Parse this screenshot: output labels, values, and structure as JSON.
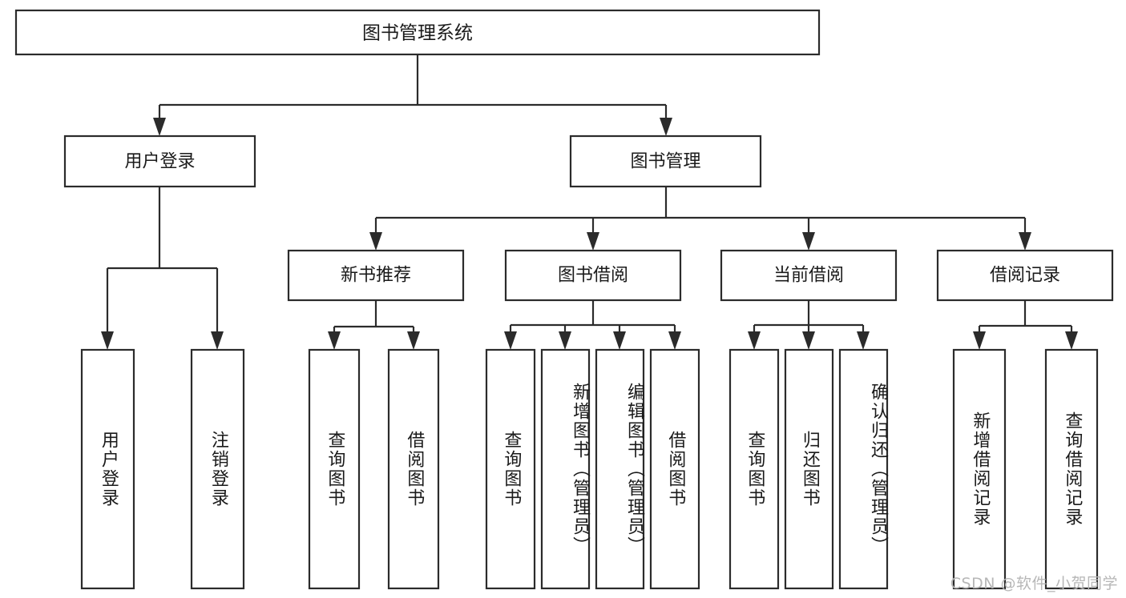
{
  "diagram": {
    "type": "hierarchy-tree",
    "title": "图书管理系统",
    "watermark": "CSDN @软件_小贺同学",
    "style": {
      "box_fill": "#ffffff",
      "box_stroke": "#2b2b2b",
      "text_color": "#1a1a1a",
      "watermark_color": "#b7b7b7",
      "background": "#ffffff"
    },
    "root": {
      "label": "图书管理系统",
      "level": 0
    },
    "level2": [
      {
        "label": "用户登录"
      },
      {
        "label": "图书管理"
      }
    ],
    "level3": [
      {
        "label": "新书推荐"
      },
      {
        "label": "图书借阅"
      },
      {
        "label": "当前借阅"
      },
      {
        "label": "借阅记录"
      }
    ],
    "leaves": {
      "user_login": [
        {
          "label": "用户登录"
        },
        {
          "label": "注销登录"
        }
      ],
      "new_book": [
        {
          "label": "查询图书"
        },
        {
          "label": "借阅图书"
        }
      ],
      "borrow_book": [
        {
          "label": "查询图书"
        },
        {
          "label": "新增图书（管理员）"
        },
        {
          "label": "编辑图书（管理员）"
        },
        {
          "label": "借阅图书"
        }
      ],
      "current_borrow": [
        {
          "label": "查询图书"
        },
        {
          "label": "归还图书"
        },
        {
          "label": "确认归还（管理员）"
        }
      ],
      "borrow_record": [
        {
          "label": "新增借阅记录"
        },
        {
          "label": "查询借阅记录"
        }
      ]
    }
  }
}
